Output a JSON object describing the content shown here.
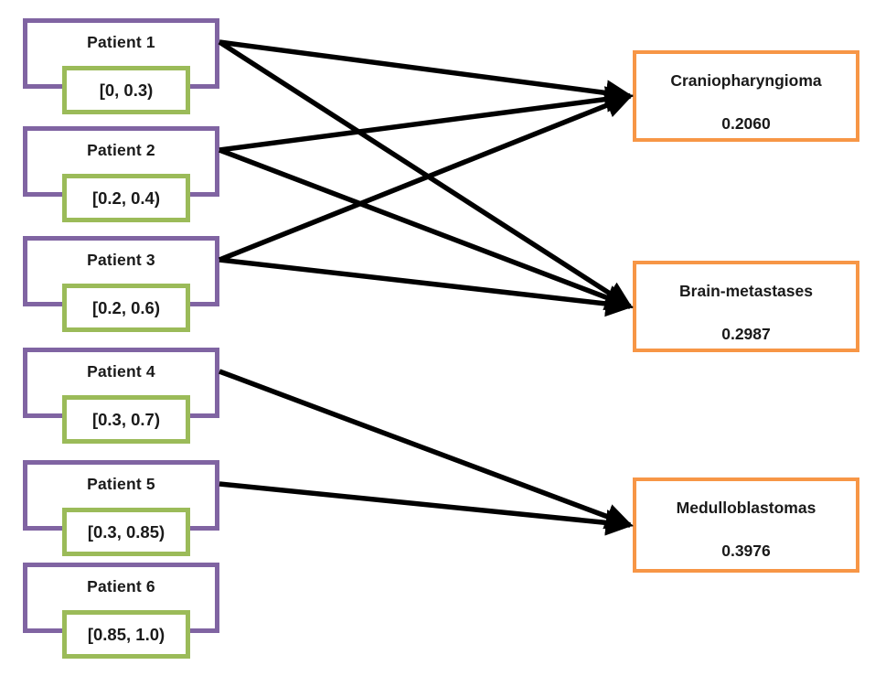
{
  "diagram": {
    "patients": [
      {
        "id": "patient-1",
        "label": "Patient 1",
        "interval": "[0, 0.3)"
      },
      {
        "id": "patient-2",
        "label": "Patient 2",
        "interval": "[0.2, 0.4)"
      },
      {
        "id": "patient-3",
        "label": "Patient 3",
        "interval": "[0.2, 0.6)"
      },
      {
        "id": "patient-4",
        "label": "Patient 4",
        "interval": "[0.3, 0.7)"
      },
      {
        "id": "patient-5",
        "label": "Patient 5",
        "interval": "[0.3, 0.85)"
      },
      {
        "id": "patient-6",
        "label": "Patient 6",
        "interval": "[0.85, 1.0)"
      }
    ],
    "tumors": [
      {
        "id": "craniopharyngioma",
        "label": "Craniopharyngioma",
        "value": "0.2060"
      },
      {
        "id": "brain-metastases",
        "label": "Brain-metastases",
        "value": "0.2987"
      },
      {
        "id": "medulloblastomas",
        "label": "Medulloblastomas",
        "value": "0.3976"
      }
    ],
    "edges": [
      {
        "from": "patient-1",
        "to": "craniopharyngioma"
      },
      {
        "from": "patient-1",
        "to": "brain-metastases"
      },
      {
        "from": "patient-2",
        "to": "craniopharyngioma"
      },
      {
        "from": "patient-2",
        "to": "brain-metastases"
      },
      {
        "from": "patient-3",
        "to": "craniopharyngioma"
      },
      {
        "from": "patient-3",
        "to": "brain-metastases"
      },
      {
        "from": "patient-4",
        "to": "medulloblastomas"
      },
      {
        "from": "patient-5",
        "to": "medulloblastomas"
      }
    ],
    "colors": {
      "patient_border": "#8064A2",
      "interval_border": "#9BBB59",
      "tumor_border": "#F79646",
      "arrow": "#000000",
      "text": "#1A1A1A",
      "background": "#FFFFFF"
    }
  }
}
